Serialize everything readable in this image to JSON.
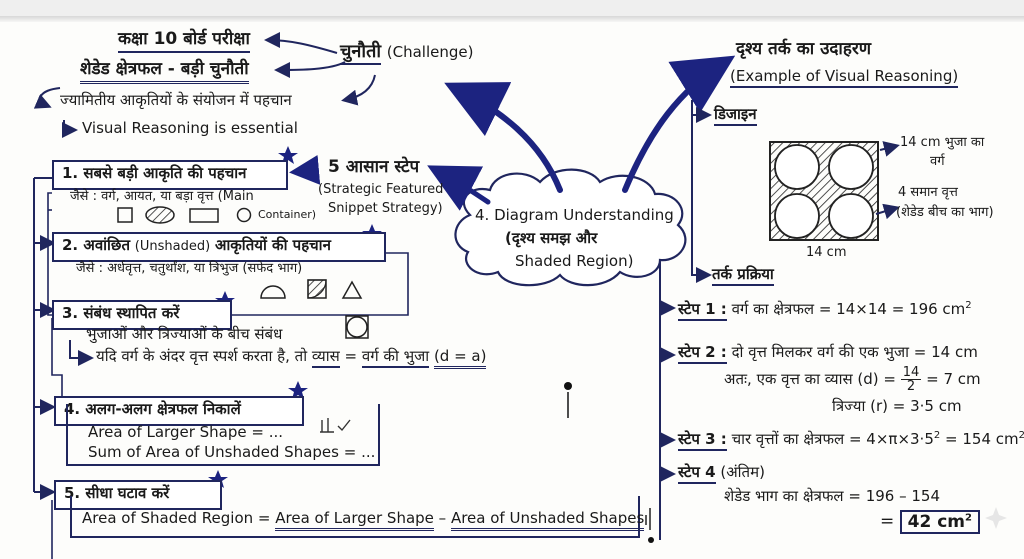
{
  "top_left": {
    "line1": "कक्षा 10 बोर्ड परीक्षा",
    "line2": "शेडेड क्षेत्रफल - बड़ी चुनौती",
    "line3": "ज्यामितीय आकृतियों के संयोजन में पहचान",
    "line4": "Visual Reasoning is essential"
  },
  "challenge": {
    "hindi": "चुनौती",
    "english": "(Challenge)"
  },
  "center_cloud": {
    "line1": "4. Diagram Understanding",
    "line2": "(दृश्य समझ और",
    "line3": "Shaded Region)"
  },
  "five_steps": {
    "title": "5 आसान स्टेप",
    "sub1": "(Strategic Featured",
    "sub2": "Snippet Strategy)"
  },
  "steps": [
    {
      "title": "1. सबसे बड़ी आकृति की पहचान",
      "line1": "जैसे : वर्ग, आयत, या बड़ा वृत्त (Main",
      "line2": "Container)"
    },
    {
      "title_pre": "2. अवांछित",
      "title_en": "(Unshaded)",
      "title_post": "आकृतियों की पहचान",
      "line1": "जैसे : अर्धवृत्त, चतुर्थांश, या त्रिभुज (सफेद भाग)"
    },
    {
      "title": "3. संबंध स्थापित करें",
      "line1": "भुजाओं और त्रिज्याओं के बीच संबंध",
      "line2_pre": "यदि वर्ग के अंदर वृत्त स्पर्श करता है, तो",
      "line2_a": "व्यास",
      "line2_eq": "=",
      "line2_b": "वर्ग की भुजा",
      "line2_c": "(d = a)"
    },
    {
      "title": "4. अलग-अलग क्षेत्रफल निकालें",
      "line1": "Area of Larger Shape = ...",
      "line2": "Sum of Area of Unshaded Shapes = ..."
    },
    {
      "title": "5. सीधा घटाव करें",
      "formula_a": "Area of Shaded Region",
      "formula_eq": "=",
      "formula_b": "Area of Larger Shape",
      "formula_minus": "–",
      "formula_c": "Area of Unshaded Shapes"
    }
  ],
  "example": {
    "title": "दृश्य तर्क का उदाहरण",
    "subtitle": "(Example of Visual Reasoning)",
    "design_label": "डिजाइन",
    "side_label_1": "14 cm भुजा का",
    "side_label_2": "वर्ग",
    "circles_label_1": "4 समान वृत्त",
    "circles_label_2": "(शेडेड बीच का भाग)",
    "bottom_label": "14 cm",
    "logic_label": "तर्क प्रक्रिया"
  },
  "logic_steps": [
    {
      "label": "स्टेप 1 :",
      "text": "वर्ग का क्षेत्रफल = 14×14 = 196 cm",
      "sup": "2"
    },
    {
      "label": "स्टेप 2 :",
      "text": "दो वृत्त मिलकर वर्ग की एक भुजा = 14 cm",
      "text2_pre": "अतः, एक वृत्त का व्यास (d) =",
      "frac_num": "14",
      "frac_den": "2",
      "text2_post": "= 7 cm",
      "text3": "त्रिज्या (r) = 3·5 cm"
    },
    {
      "label": "स्टेप 3 :",
      "text": "चार वृत्तों का क्षेत्रफल = 4×π×3·5",
      "sup": "2",
      "text_post": "= 154 cm",
      "sup2": "2"
    },
    {
      "label": "स्टेप 4",
      "label_paren": "(अंतिम)",
      "text": "शेडेड भाग का क्षेत्रफल = 196 – 154",
      "answer_eq": "=",
      "answer": "42 cm",
      "answer_sup": "2"
    }
  ]
}
